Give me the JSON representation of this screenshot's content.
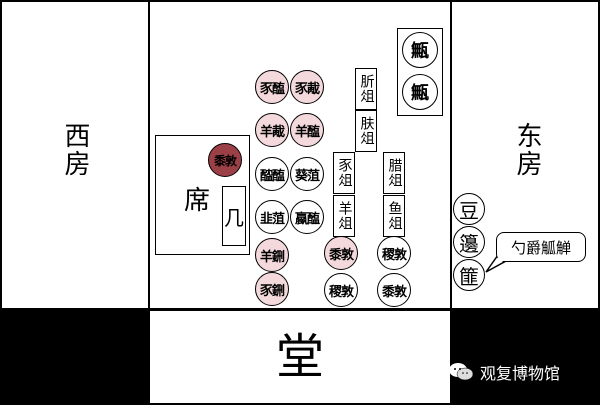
{
  "rooms": {
    "west": "西房",
    "east": "东房",
    "hall": "堂"
  },
  "mat": {
    "label": "席"
  },
  "table": {
    "label": "几"
  },
  "jars": [
    "甒",
    "甒"
  ],
  "dishes": {
    "left_pairs": [
      [
        "豕醢",
        "豕胾"
      ],
      [
        "羊胾",
        "羊醢"
      ],
      [
        "醓醢",
        "葵菹"
      ],
      [
        "韭菹",
        "蠃醢"
      ]
    ],
    "mat_dish": "黍敦",
    "left_extra": [
      "羊鉶",
      "豕鉶"
    ],
    "mid_row": [
      "黍敦",
      "稷敦"
    ],
    "right_row": [
      "稷敦",
      "黍敦"
    ]
  },
  "zu": {
    "top": [
      "肵俎",
      "肤俎"
    ],
    "mid": [
      "豕俎",
      "羊俎"
    ],
    "right": [
      "腊俎",
      "鱼俎"
    ]
  },
  "vessels": [
    "豆",
    "籩",
    "篚"
  ],
  "callout": "勺爵觚觯",
  "watermark": "观复博物馆"
}
